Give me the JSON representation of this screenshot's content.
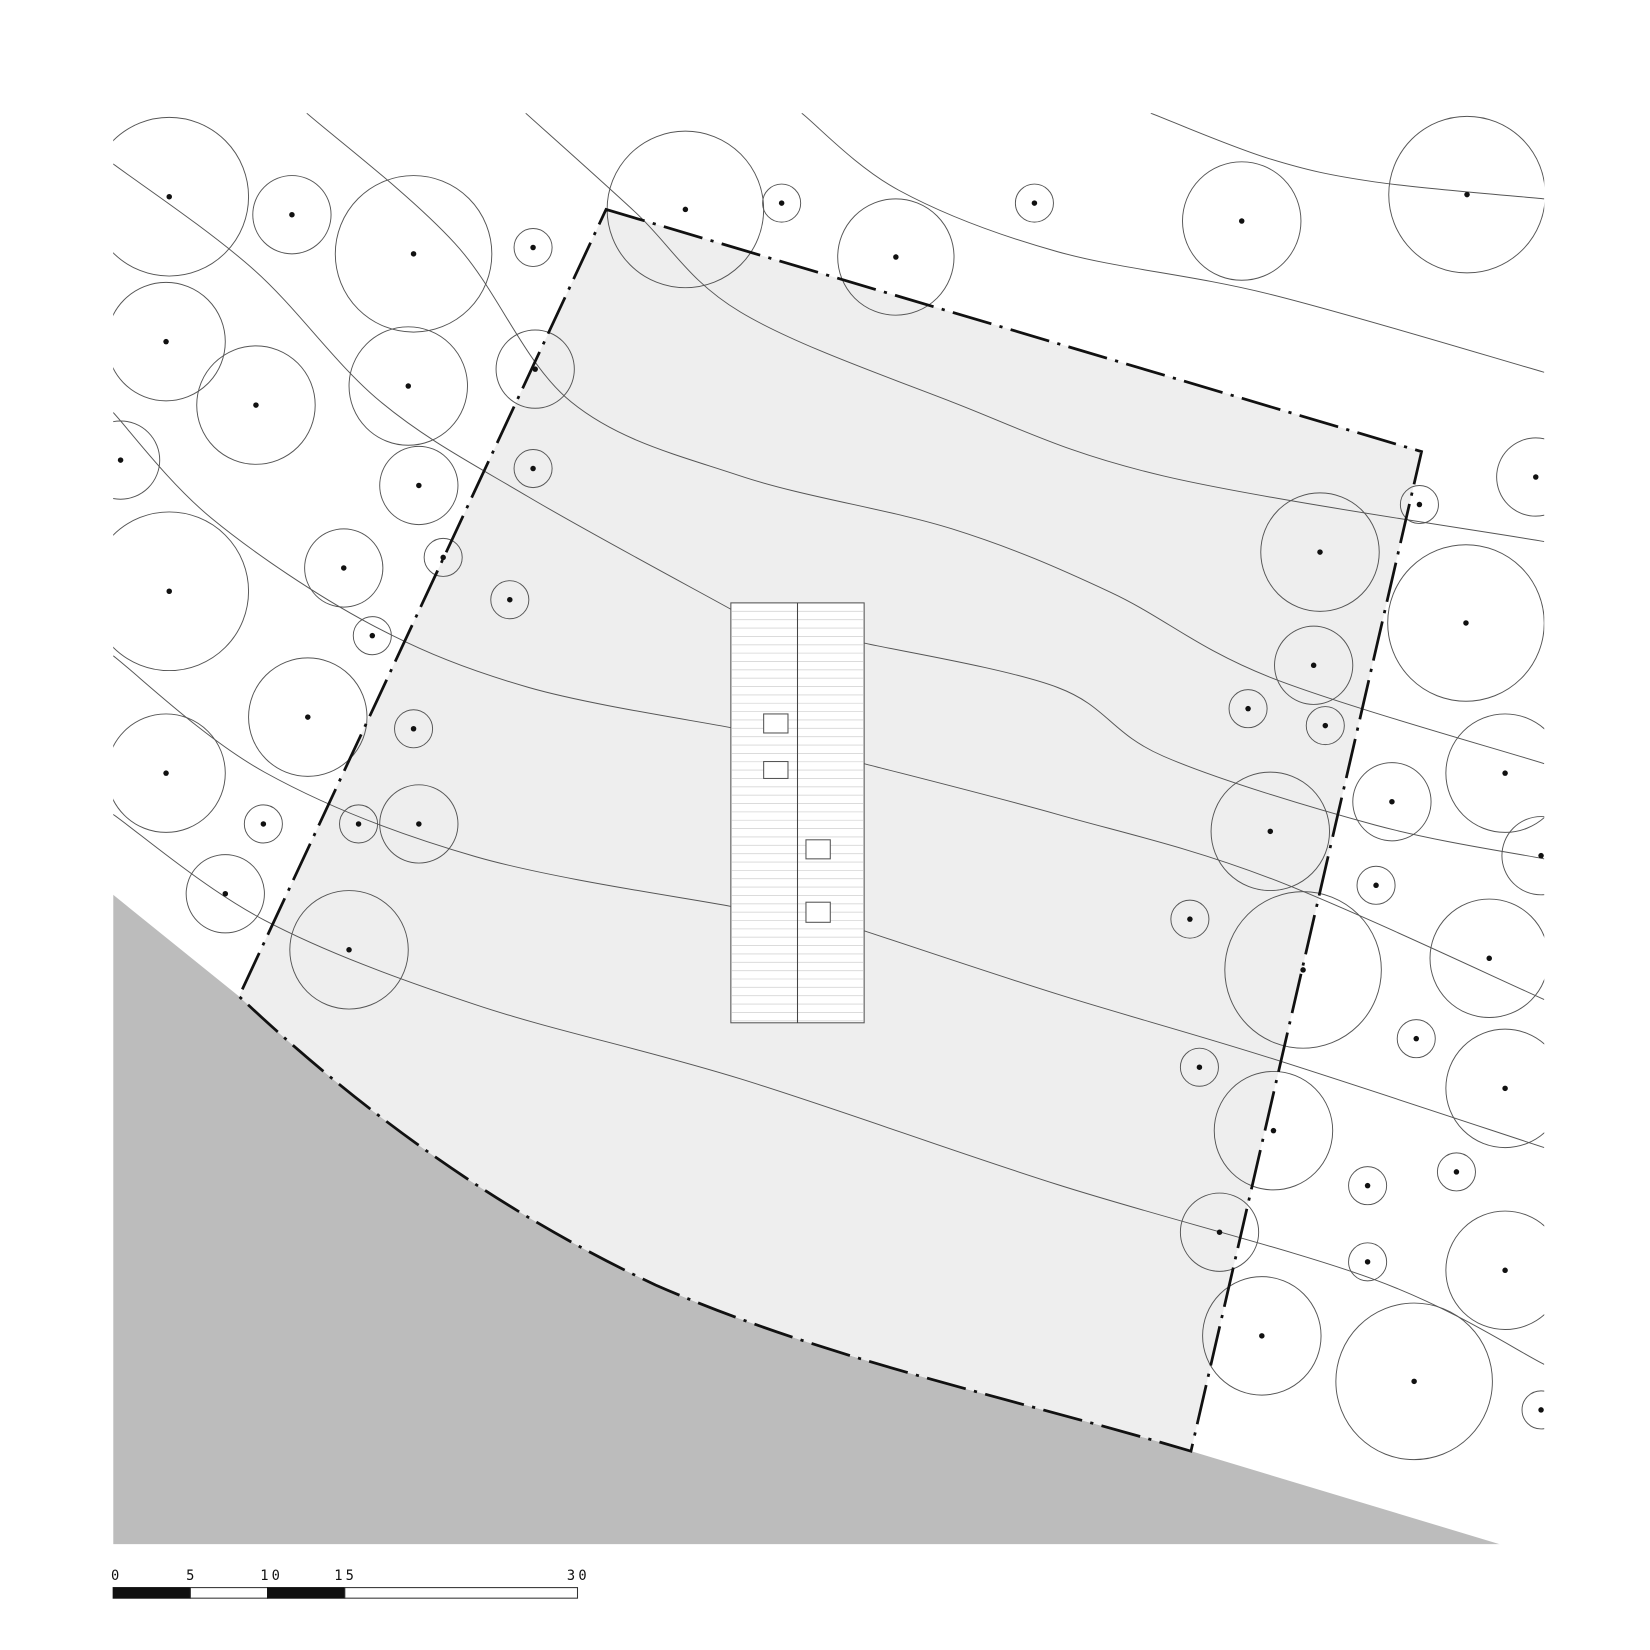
{
  "scale_bar": {
    "labels": [
      "0",
      "5",
      "10",
      "15",
      "30"
    ],
    "unit_values": [
      0,
      5,
      10,
      15,
      30
    ]
  },
  "colors": {
    "site_fill": "#eeeeee",
    "slope_fill": "#bcbcbc",
    "building_fill": "#ffffff",
    "line": "#555555",
    "boundary": "#111111"
  }
}
